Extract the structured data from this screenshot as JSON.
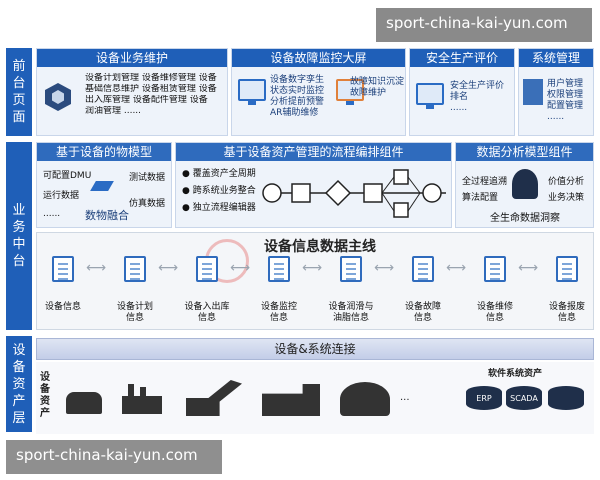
{
  "watermark": {
    "top": "sport-china-kai-yun.com",
    "bottom": "sport-china-kai-yun.com"
  },
  "layers": {
    "front": "前台页面",
    "middle": "业务中台",
    "device": "设备资产层"
  },
  "front": {
    "maintenance": {
      "title": "设备业务维护",
      "rows": [
        "设备计划管理  设备维修管理  设备",
        "基础信息维护  设备租赁管理  设备",
        "出入库管理  设备配件管理  设备",
        "润油管理 ......"
      ]
    },
    "fault_monitor": {
      "title": "设备故障监控大屏",
      "left_text": [
        "设备数字孪生",
        "状态实时监控",
        "分析提前预警",
        "AR辅助维修"
      ],
      "right_text": [
        "故障知识沉淀",
        "故障维护"
      ]
    },
    "safety": {
      "title": "安全生产评价",
      "text": [
        "安全生产评价",
        "排名",
        "......"
      ]
    },
    "system": {
      "title": "系统管理",
      "items": [
        "用户管理",
        "权限管理",
        "配置管理",
        "......"
      ]
    }
  },
  "middle": {
    "model": {
      "title": "基于设备的物模型",
      "items": [
        "可配置DMU",
        "运行数据",
        "......",
        "测试数据",
        "仿真数据",
        "数物融合"
      ]
    },
    "flow": {
      "title": "基于设备资产管理的流程编排组件",
      "bullets": [
        "覆盖资产全周期",
        "跨系统业务整合",
        "独立流程编辑器"
      ]
    },
    "analysis": {
      "title": "数据分析模型组件",
      "items": [
        "全过程追溯",
        "算法配置",
        "价值分析",
        "业务决策",
        "全生命数据洞察"
      ]
    },
    "bus": {
      "title": "设备信息数据主线",
      "nodes": [
        "设备信息",
        "设备计划\n信息",
        "设备入出库\n信息",
        "设备监控\n信息",
        "设备润滑与\n油脂信息",
        "设备故障\n信息",
        "设备维修\n信息",
        "设备报废\n信息"
      ]
    }
  },
  "device": {
    "connection": "设备&系统连接",
    "asset_label": "设备资产",
    "dots": "...",
    "software_title": "软件系统资产",
    "software": [
      "ERP",
      "SCADA",
      ""
    ]
  },
  "colors": {
    "primary": "#1f5fb8",
    "panel_bg": "#eef3fa",
    "watermark": "#8a8a8a"
  }
}
